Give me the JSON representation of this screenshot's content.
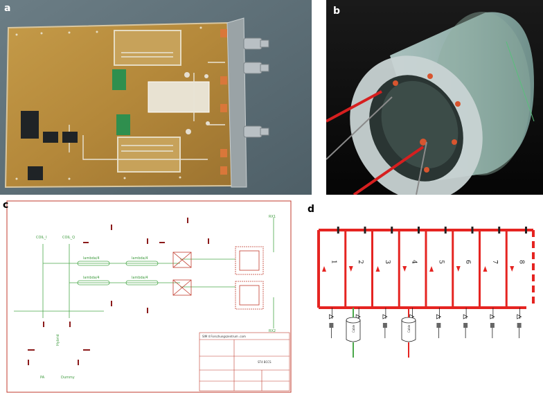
{
  "panels": [
    {
      "id": "a",
      "label": "a"
    },
    {
      "id": "b",
      "label": "b"
    },
    {
      "id": "c",
      "label": "c"
    },
    {
      "id": "d",
      "label": "d"
    }
  ],
  "schematic_c": {
    "labels": {
      "coil_i": "COIL_I",
      "coil_q": "COIL_Q",
      "lambda": "lambda/4",
      "rx1": "RX1",
      "rx2": "RX2",
      "hybrid": "Hybrid",
      "pa": "PA",
      "dummy": "Dummy",
      "title_company": "SIM 4 Forschungszentrum .com",
      "title_name": "ST4 BCCS"
    }
  },
  "schematic_d": {
    "loops": [
      "1",
      "2",
      "3",
      "4",
      "5",
      "6",
      "7",
      "8"
    ],
    "element_label": "Cable",
    "colors": {
      "red": "#e52421",
      "green": "#4aa84a",
      "dark": "#222222"
    }
  },
  "colors": {
    "pcb_gold": "#b88b3c",
    "photo_bg_a": "#5d7079",
    "photo_bg_b": "#0a0a0a",
    "schematic_red": "#c0392b",
    "schematic_green": "#4aa84a"
  }
}
